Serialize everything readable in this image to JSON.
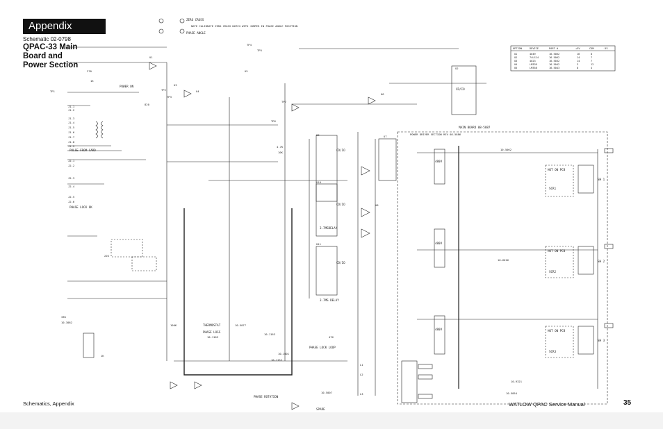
{
  "appendix_tab": "Appendix",
  "schematic_number": "Schematic 02-0798",
  "title": "QPAC-33 Main Board and Power Section",
  "footer": {
    "left": "Schematics, Appendix",
    "right": "WATLOW QPAC Service Manual",
    "page": "35"
  },
  "schematic": {
    "zero_cross_note": "NOTE CALIBRATE ZERO CROSS NOTCH WITH JUMPER IN PHASE ANGLE POSITION",
    "zero_cross_label": "ZERO CROSS",
    "phase_angle_label": "PHASE ANGLE",
    "main_board_label": "MAIN BOARD 08-5887",
    "power_driver_label": "POWER DRIVER SECTION REV 08-5886",
    "pulse_from_card": "PULSE FROM CARD",
    "power_on": "POWER ON",
    "phase_lock_ok": "PHASE LOCK OK",
    "thermostat": "THERMOSTAT",
    "phase_loss": "PHASE LOSS",
    "phase_lock_loop": "PHASE LOCK LOOP",
    "phase_rotation": "PHASE ROTATION",
    "spare": "SPARE",
    "delay_1": "3.7MSDELAY",
    "delay_2": "3.7MS DELAY",
    "cd_ic": "CD/IO",
    "heaters": [
      "SH 1",
      "SH 2",
      "SH 3"
    ],
    "hot_on_pcb": "HOT ON PCB",
    "scr_labels": [
      "SCR1",
      "SCR2",
      "SCR3"
    ],
    "option_table": {
      "headers": [
        "OPTION",
        "DEVICE",
        "PART #",
        "+5V",
        "COM",
        "-5V"
      ],
      "rows": [
        [
          "U1",
          "4049",
          "16-5062",
          "16",
          "8",
          ""
        ],
        [
          "U2",
          "74LS14",
          "16-5062",
          "14",
          "7",
          ""
        ],
        [
          "U3",
          "4023",
          "16-5032",
          "14",
          "7",
          ""
        ],
        [
          "U4",
          "LM339",
          "16-5042",
          "3",
          "12",
          ""
        ],
        [
          "U5",
          "LM358",
          "16-5043",
          "8",
          "4",
          ""
        ]
      ]
    },
    "connector_labels": [
      "J1-1",
      "J1-2",
      "J1-3",
      "J1-4",
      "J1-5",
      "J1-6",
      "J1-7",
      "J1-8",
      "J1-9",
      "J2-1",
      "J2-2",
      "J2-3",
      "J2-4",
      "J2-5",
      "J2-6",
      "L1",
      "L2",
      "L3",
      "TP1",
      "TP2",
      "TP3",
      "TP4",
      "TP5",
      "TP6",
      "TP7"
    ],
    "ic_labels": [
      "U1",
      "U2",
      "U3",
      "U4",
      "U5",
      "U6",
      "U7",
      "U8",
      "U9",
      "U10",
      "U11"
    ],
    "part_numbers": [
      "10-3082",
      "10-1103",
      "10-5077",
      "10-1163",
      "10-1152",
      "10-1001",
      "10-5007",
      "10-9321",
      "10-5054",
      "10-5062",
      "10-6016"
    ],
    "line_voltage": "480V",
    "resistor_values": [
      "5.6K",
      "270",
      "1K",
      "820",
      "4.7K",
      "22K",
      "100K",
      "33K",
      "1K",
      "10K",
      "47K"
    ]
  }
}
